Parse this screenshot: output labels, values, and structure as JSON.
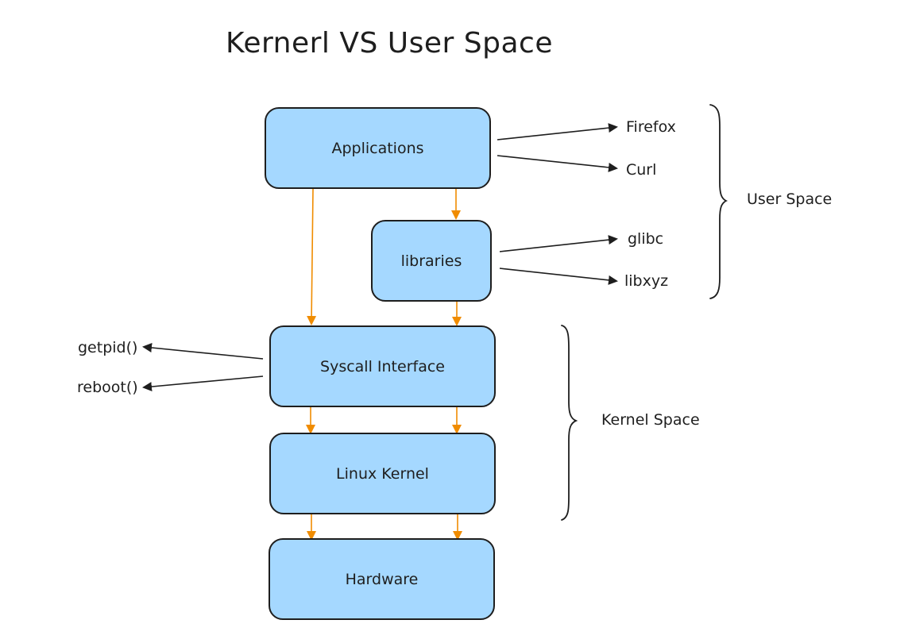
{
  "title": "Kernerl VS User Space",
  "boxes": {
    "applications": "Applications",
    "libraries": "libraries",
    "syscall": "Syscall Interface",
    "kernel": "Linux Kernel",
    "hardware": "Hardware"
  },
  "app_examples": [
    "Firefox",
    "Curl"
  ],
  "library_examples": [
    "glibc",
    "libxyz"
  ],
  "syscall_examples": [
    "getpid()",
    "reboot()"
  ],
  "regions": {
    "user_space": "User Space",
    "kernel_space": "Kernel Space"
  },
  "colors": {
    "box_fill": "#a5d8ff",
    "stroke": "#1e1e1e",
    "flow_arrow": "#f08c00",
    "label_arrow": "#1e1e1e"
  }
}
